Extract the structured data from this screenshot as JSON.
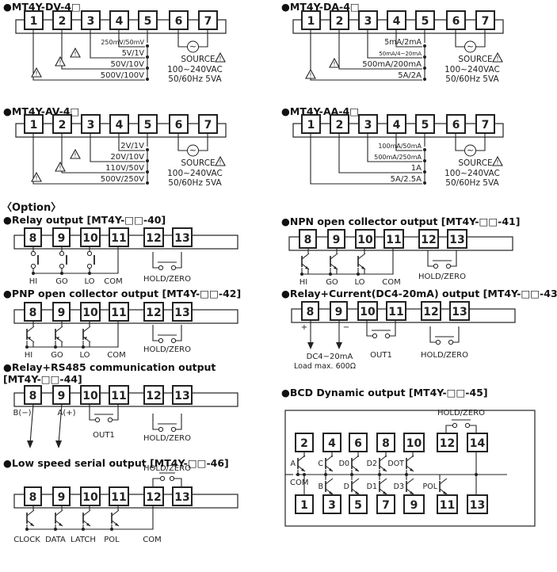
{
  "titles": {
    "dv": "●MT4Y-DV-4□",
    "da": "●MT4Y-DA-4□",
    "av": "●MT4Y-AV-4□",
    "aa": "●MT4Y-AA-4□",
    "option": "〈Option〉",
    "o40": "●Relay output [MT4Y-□□-40]",
    "o41": "●NPN open collector output [MT4Y-□□-41]",
    "o42": "●PNP open collector output [MT4Y-□□-42]",
    "o43": "●Relay+Current(DC4-20mA) output [MT4Y-□□-43]",
    "o44a": "●Relay+RS485 communication output",
    "o44b": "[MT4Y-□□-44]",
    "o45": "●BCD Dynamic output [MT4Y-□□-45]",
    "o46": "●Low speed serial output [MT4Y-□□-46]"
  },
  "source": {
    "label": "SOURCE",
    "voltage": "100~240VAC",
    "freq": "50/60Hz 5VA"
  },
  "ranges": {
    "dv": [
      "250mV/50mV",
      "5V/1V",
      "50V/10V",
      "500V/100V"
    ],
    "da": [
      "5mA/2mA",
      "50mA/4~20mA",
      "500mA/200mA",
      "5A/2A"
    ],
    "av": [
      "2V/1V",
      "20V/10V",
      "110V/50V",
      "500V/250V"
    ],
    "aa": [
      "100mA/50mA",
      "500mA/250mA",
      "1A",
      "5A/2.5A"
    ]
  },
  "labels": {
    "hi": "HI",
    "go": "GO",
    "lo": "LO",
    "com": "COM",
    "hold_zero": "HOLD/ZERO",
    "b_minus": "B(−)",
    "a_plus": "A(+)",
    "out1": "OUT1",
    "plus": "+",
    "minus": "−",
    "dc420": "DC4−20mA",
    "load": "Load max. 600Ω",
    "clock": "CLOCK",
    "data": "DATA",
    "latch": "LATCH",
    "pol": "POL",
    "bcd_a": "A",
    "bcd_b": "B",
    "bcd_c": "C",
    "bcd_d": "D",
    "d0": "D0",
    "d1": "D1",
    "d2": "D2",
    "d3": "D3",
    "dot": "DOT"
  },
  "terminals": {
    "input": [
      "1",
      "2",
      "3",
      "4",
      "5",
      "6",
      "7"
    ],
    "option": [
      "8",
      "9",
      "10",
      "11",
      "12",
      "13"
    ],
    "bcd_top": [
      "2",
      "4",
      "6",
      "8",
      "10",
      "12",
      "14"
    ],
    "bcd_bottom": [
      "1",
      "3",
      "5",
      "7",
      "9",
      "11",
      "13"
    ]
  }
}
